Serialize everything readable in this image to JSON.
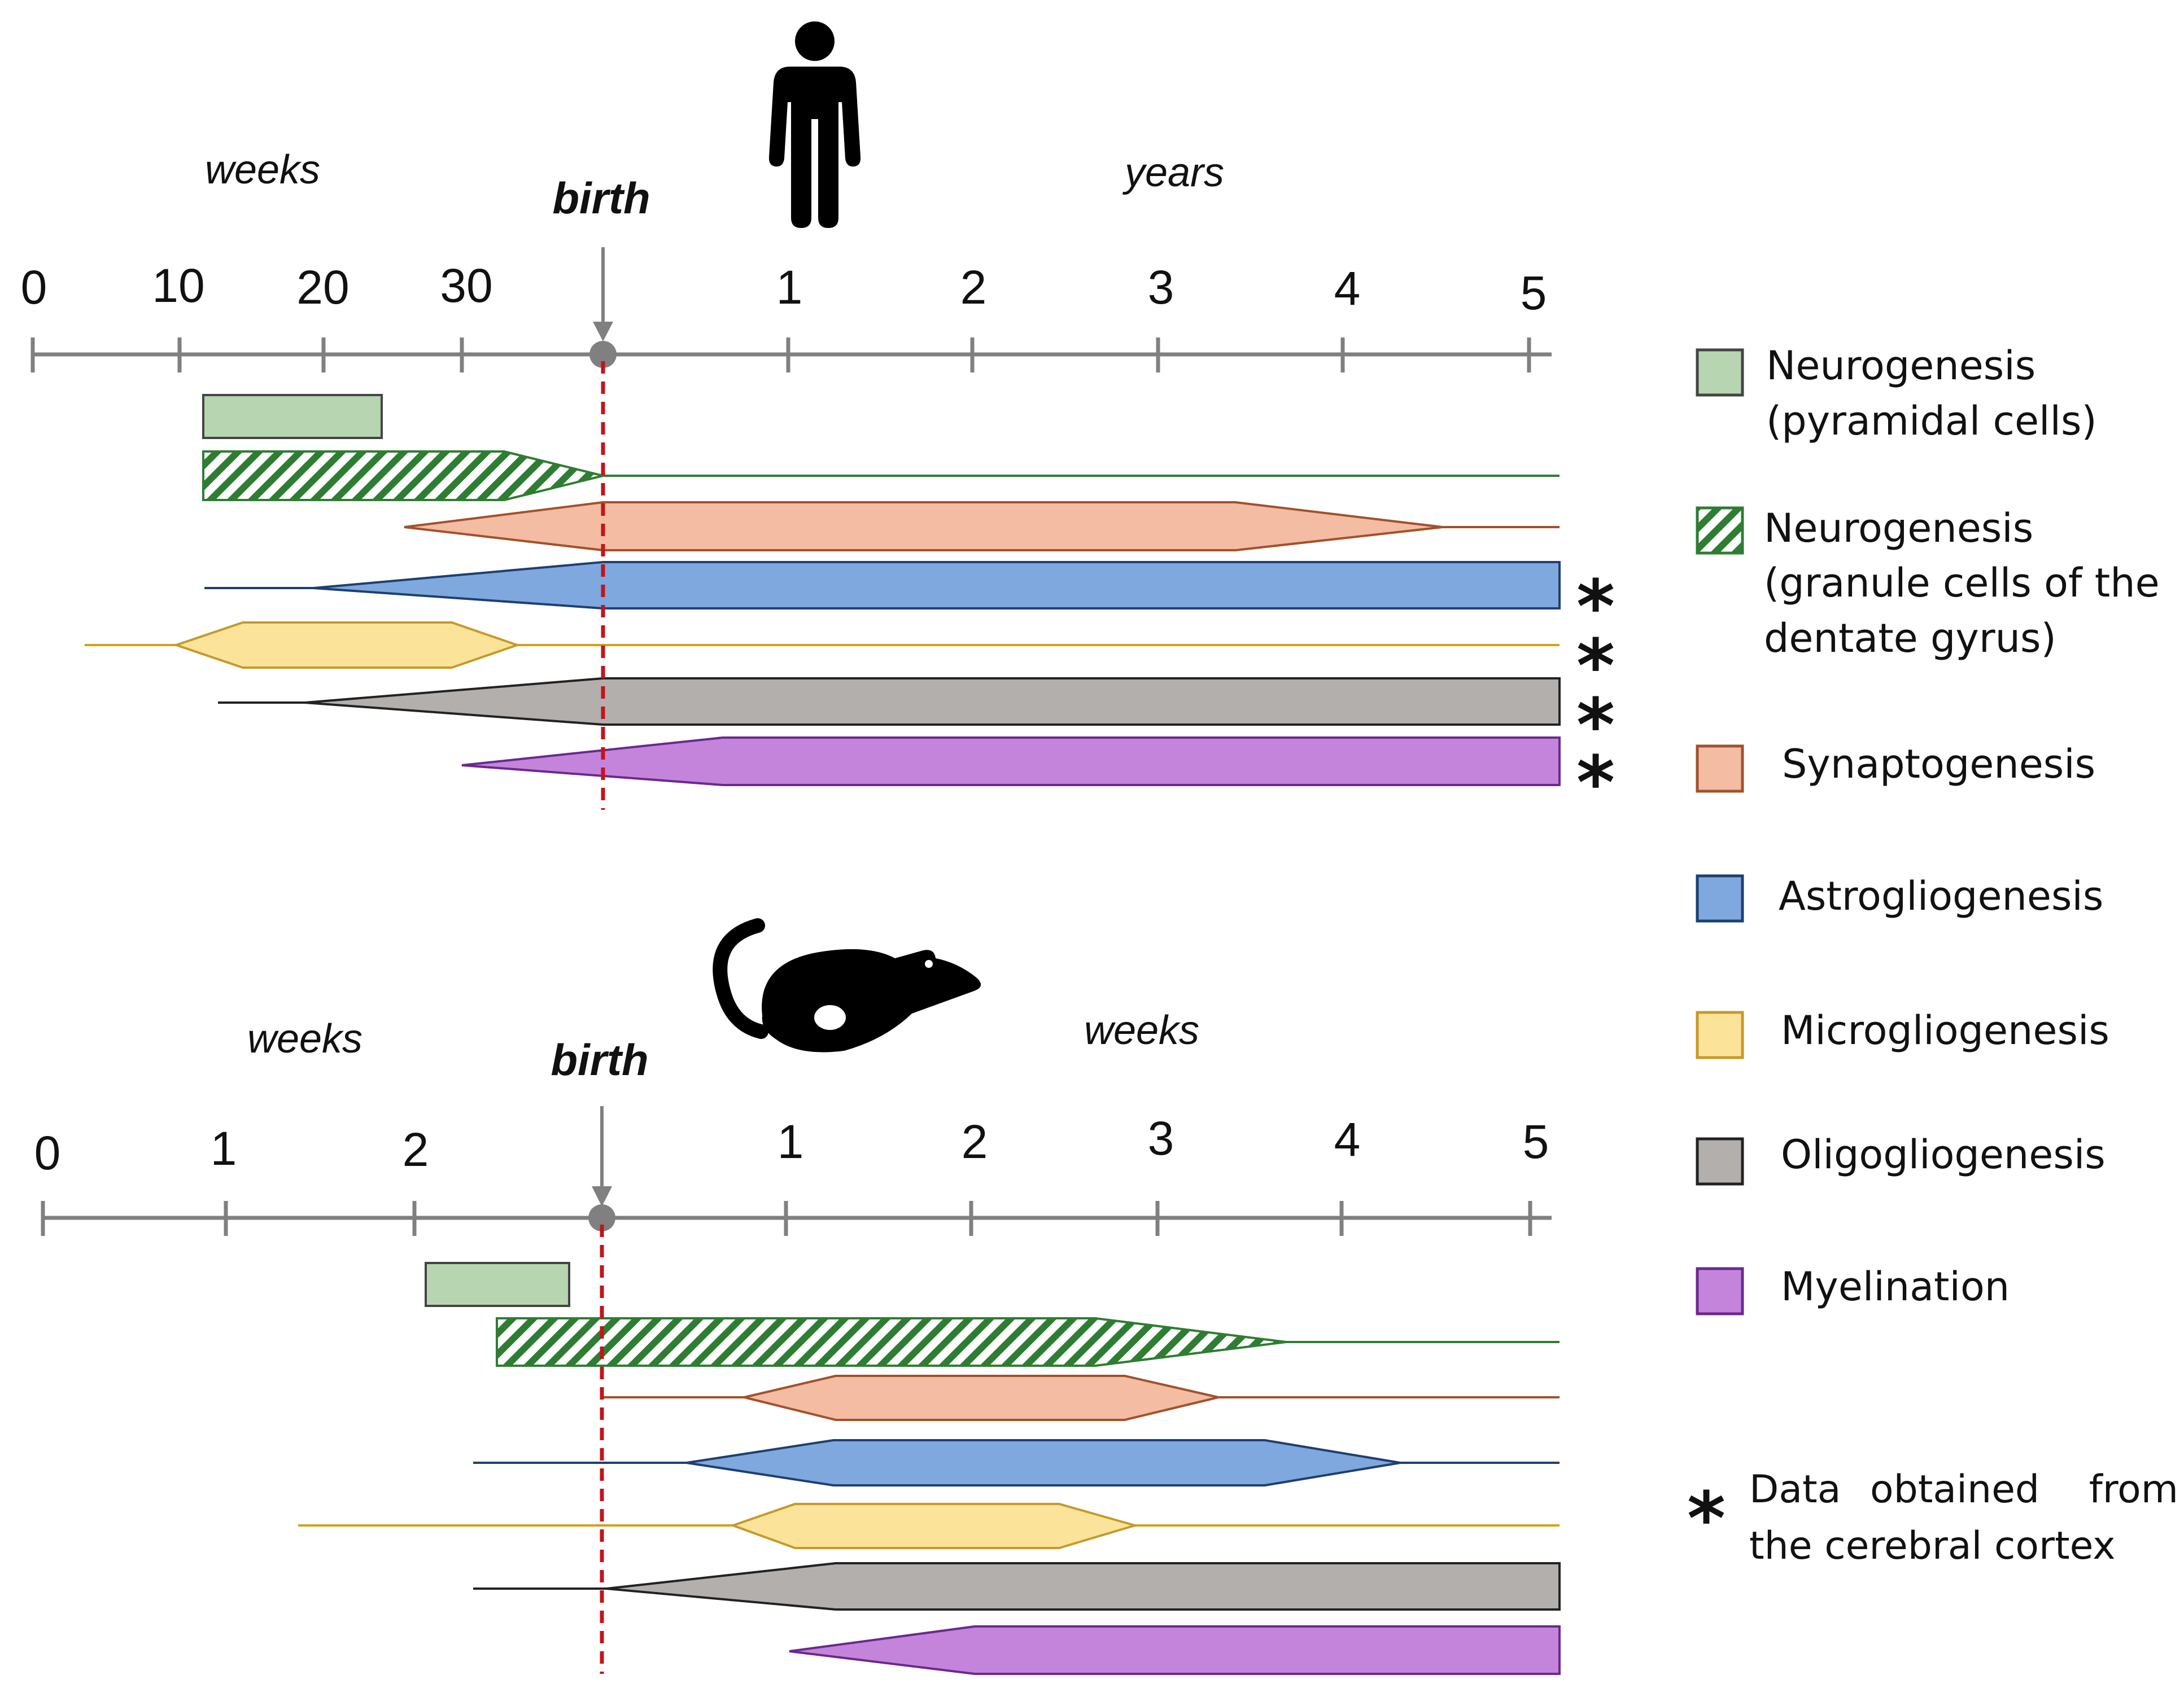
{
  "colors": {
    "neurogenesis_pyramidal": "#b7d5b0",
    "neurogenesis_granule": "#2e7d32",
    "synaptogenesis": "#f4bca2",
    "astrogliogenesis": "#7fa8de",
    "microgliogenesis": "#fbe49a",
    "oligogliogenesis": "#b3afad",
    "myelination": "#c584dc",
    "birth_line": "#c0161b",
    "axis": "#777777"
  },
  "human": {
    "icon": "human-figure-icon",
    "weeks_label": "weeks",
    "years_label": "years",
    "birth_label": "birth",
    "ticks": [
      "0",
      "10",
      "20",
      "30",
      "1",
      "2",
      "3",
      "4",
      "5"
    ],
    "stars": [
      "*",
      "*",
      "*",
      "*"
    ]
  },
  "mouse": {
    "icon": "mouse-icon",
    "weeks_label_pre": "weeks",
    "weeks_label_post": "weeks",
    "birth_label": "birth",
    "ticks": [
      "0",
      "1",
      "2",
      "1",
      "2",
      "3",
      "4",
      "5"
    ]
  },
  "legend": {
    "items": [
      {
        "key": "neurogenesis_pyramidal",
        "lines": [
          "Neurogenesis",
          "(pyramidal cells)"
        ],
        "pattern": "solid"
      },
      {
        "key": "neurogenesis_granule",
        "lines": [
          "Neurogenesis",
          "(granule cells of the",
          "dentate gyrus)"
        ],
        "pattern": "hatched"
      },
      {
        "key": "synaptogenesis",
        "lines": [
          "Synaptogenesis"
        ],
        "pattern": "solid"
      },
      {
        "key": "astrogliogenesis",
        "lines": [
          "Astrogliogenesis"
        ],
        "pattern": "solid"
      },
      {
        "key": "microgliogenesis",
        "lines": [
          "Microgliogenesis"
        ],
        "pattern": "solid"
      },
      {
        "key": "oligogliogenesis",
        "lines": [
          "Oligogliogenesis"
        ],
        "pattern": "solid"
      },
      {
        "key": "myelination",
        "lines": [
          "Myelination"
        ],
        "pattern": "solid"
      }
    ],
    "note_symbol": "*",
    "note_line1_words": [
      "Data",
      "obtained",
      "from"
    ],
    "note_line2": "the cerebral cortex"
  }
}
